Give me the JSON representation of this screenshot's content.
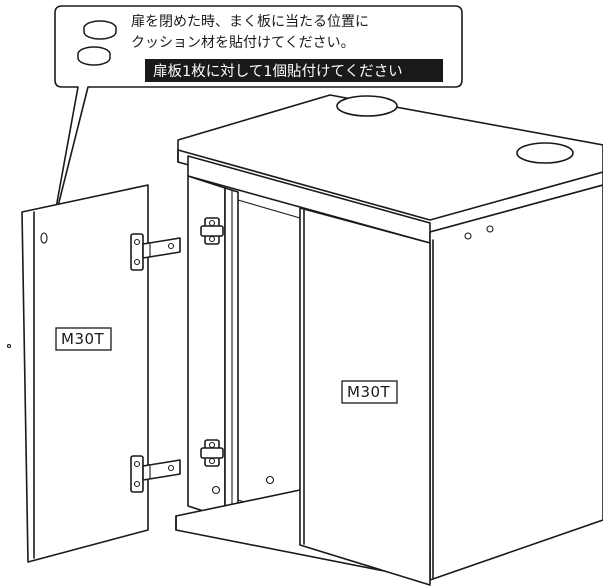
{
  "callout": {
    "line1": "扉を閉めた時、まく板に当たる位置に",
    "line2": "クッション材を貼付けてください。",
    "banner": "扉板1枚に対して1個貼付けてください"
  },
  "labels": {
    "left_door": "M30T",
    "right_door": "M30T"
  }
}
